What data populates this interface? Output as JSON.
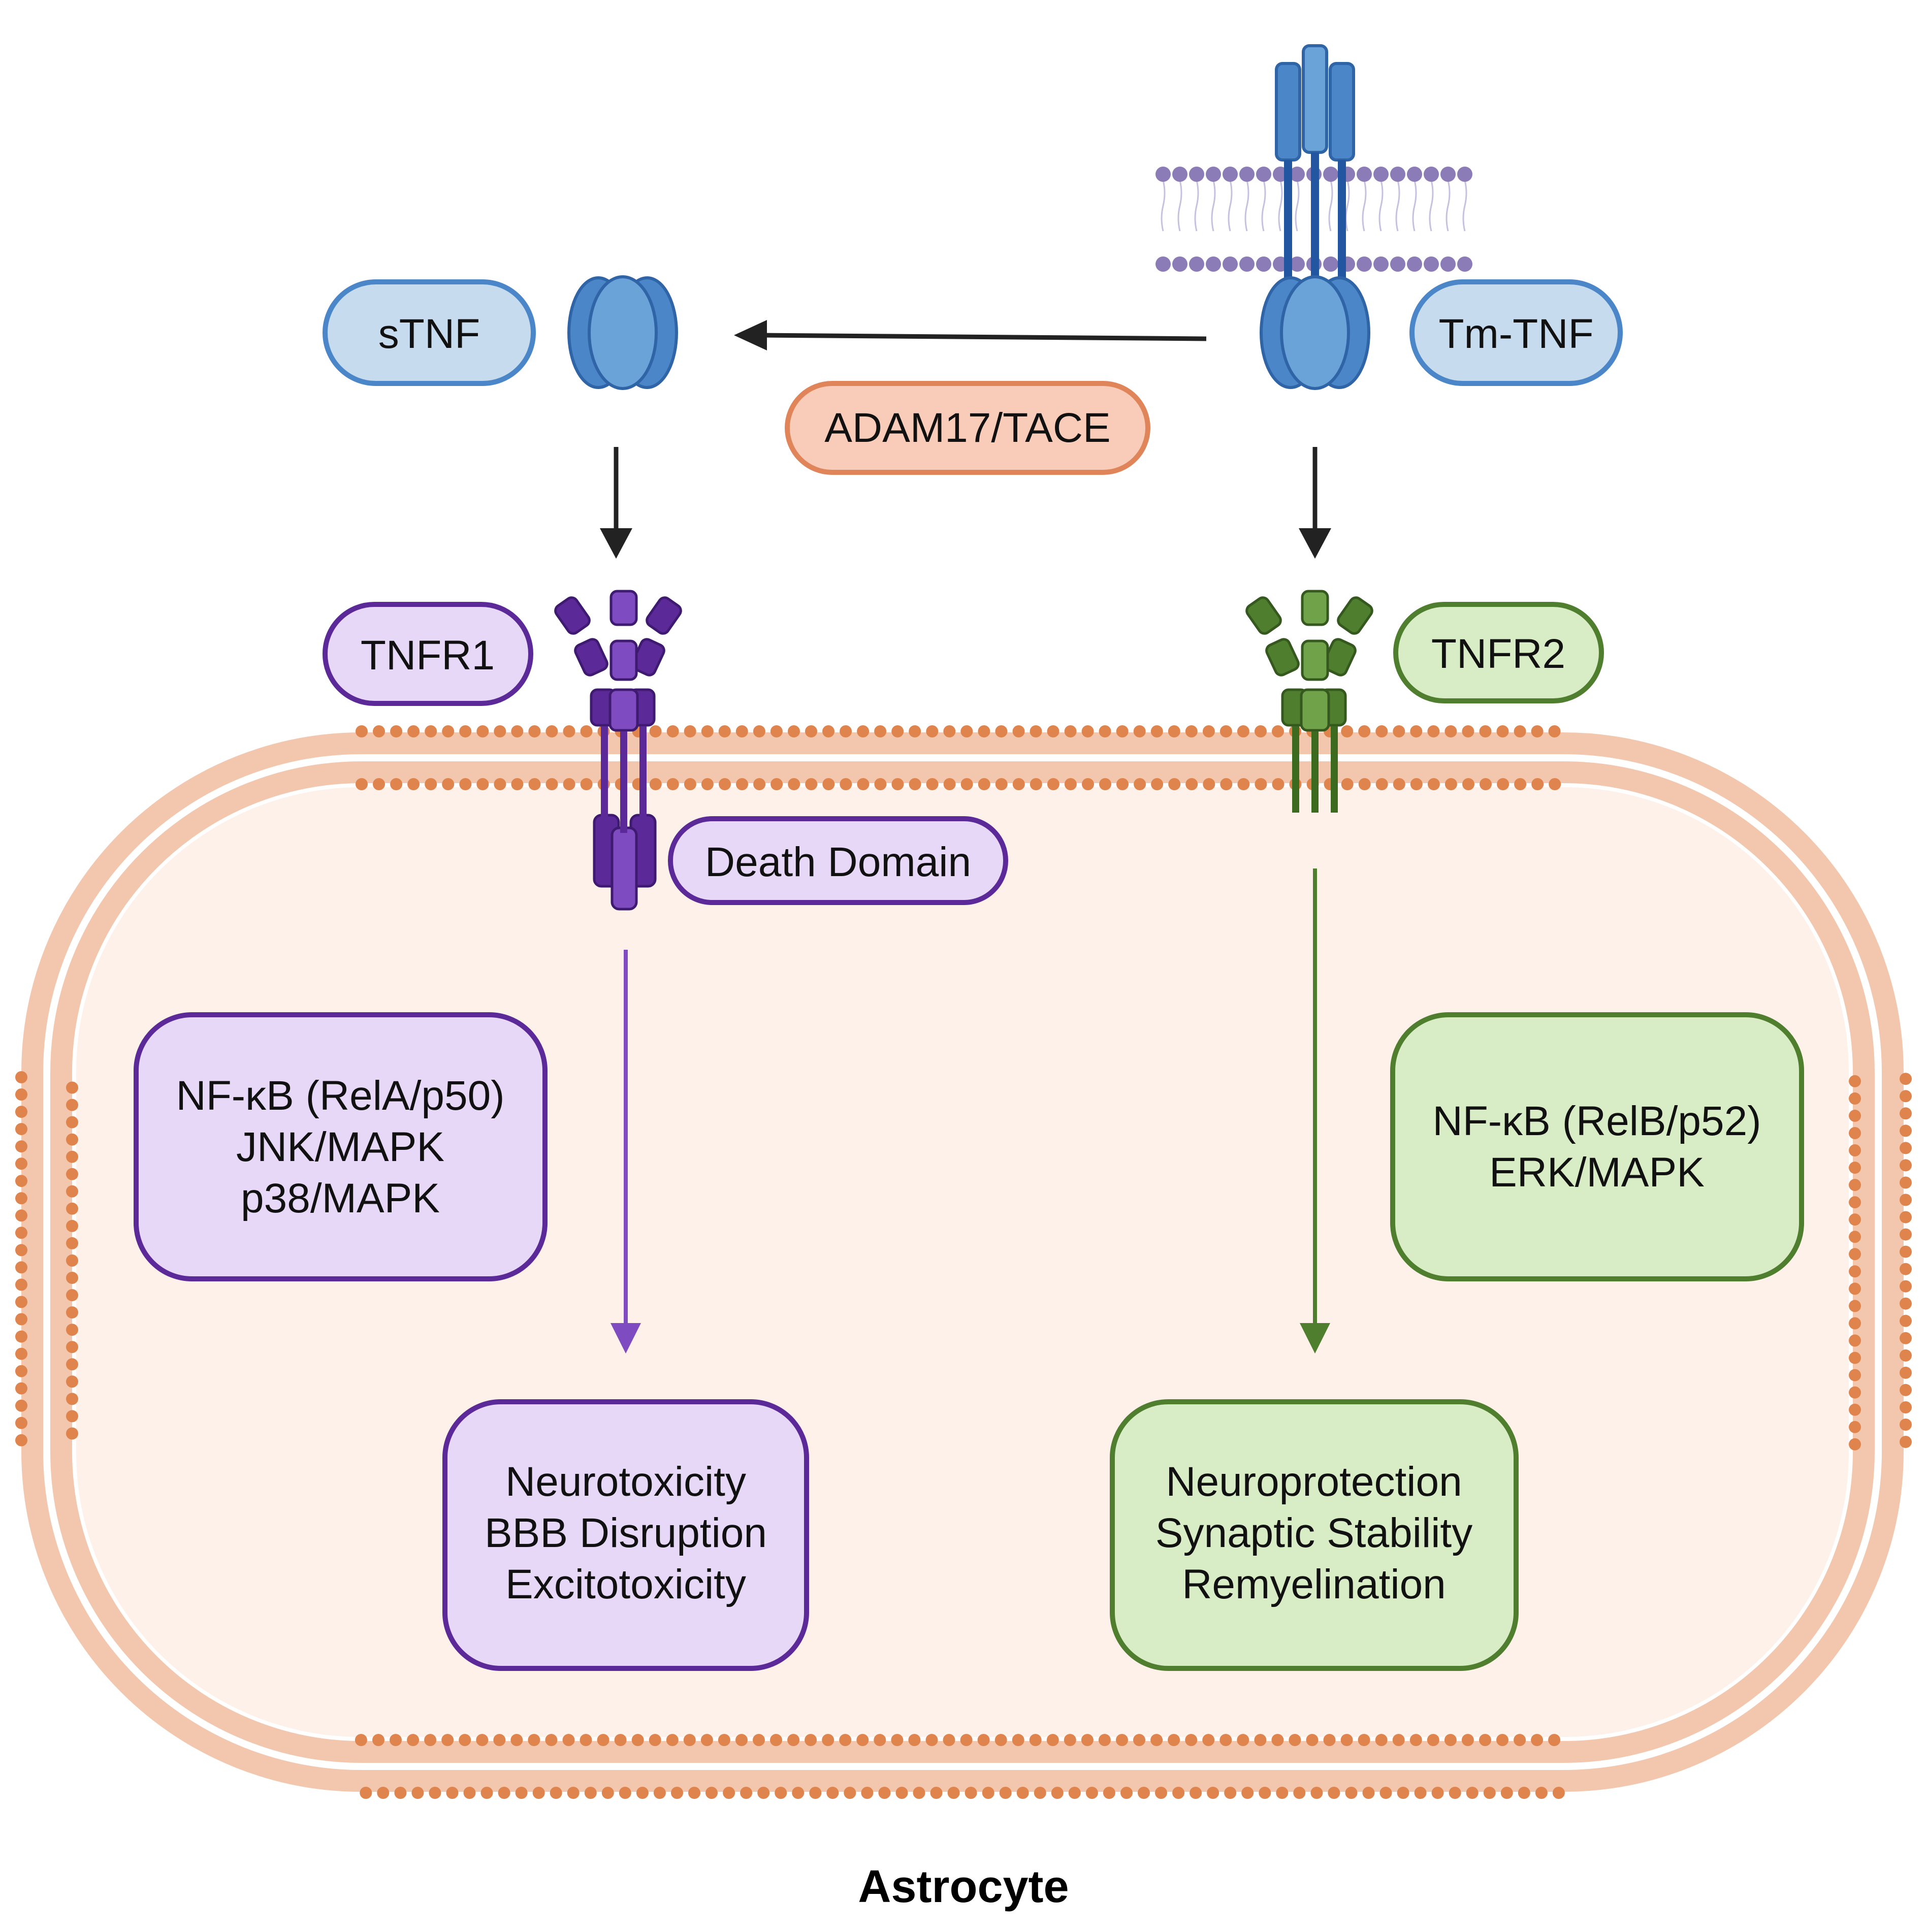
{
  "labels": {
    "stnf": "sTNF",
    "tm_tnf": "Tm-TNF",
    "adam17": "ADAM17/TACE",
    "tnfr1": "TNFR1",
    "tnfr2": "TNFR2",
    "death_domain": "Death Domain",
    "astrocyte": "Astrocyte"
  },
  "tnfr1_pathways": [
    "NF-κB (RelA/p50)",
    "JNK/MAPK",
    "p38/MAPK"
  ],
  "tnfr2_pathways": [
    "NF-κB (RelB/p52)",
    "ERK/MAPK"
  ],
  "tnfr1_outcomes": [
    "Neurotoxicity",
    "BBB Disruption",
    "Excitotoxicity"
  ],
  "tnfr2_outcomes": [
    "Neuroprotection",
    "Synaptic Stability",
    "Remyelination"
  ],
  "colors": {
    "tnf_blue": "#4a86c8",
    "tnf_fill": "#c6dbee",
    "adam_orange": "#e0845a",
    "adam_fill": "#f8ccb8",
    "tnfr1_purple": "#5c2a98",
    "tnfr1_fill": "#e6d8f6",
    "tnfr2_green": "#4e7e2e",
    "tnfr2_fill": "#d8ecc6",
    "membrane_orange": "#e0844e",
    "cell_fill": "#fdf1ea",
    "lipid_purple": "#8b7cb8"
  }
}
